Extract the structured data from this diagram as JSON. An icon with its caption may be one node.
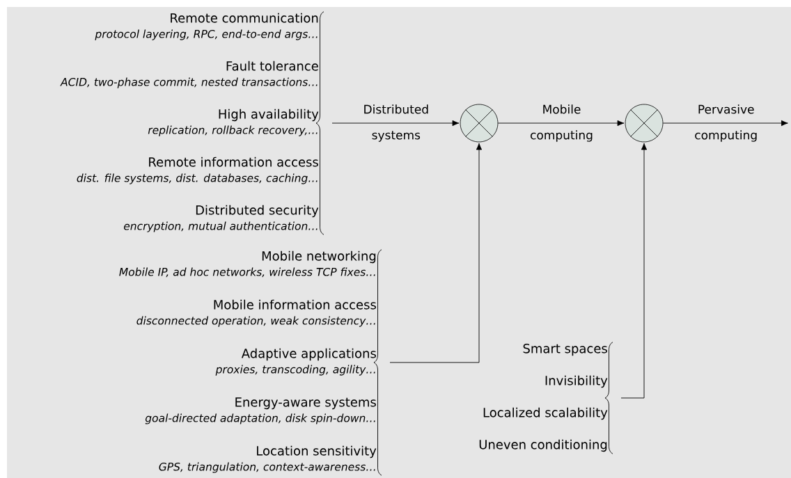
{
  "diagram": {
    "nodes": [
      {
        "text": [
          "Remote communication",
          "protocol layering, RPC, end-to-end args…",
          "Fault tolerance",
          "ACID, two-phase commit, nested transactions…",
          "High availability",
          "replication, rollback recovery,…",
          "Remote information access",
          "dist. file systems, dist. databases, caching…",
          "Distributed security",
          "encryption, mutual authentication…"
        ]
      },
      {
        "text": [],
        "shape": "circle"
      },
      {
        "text": [],
        "shape": "circle"
      },
      {
        "text": [
          "Mobile networking",
          "Mobile IP, ad hoc networks, wireless TCP fixes…",
          "Mobile information access",
          "disconnected operation, weak consistency…",
          "Adaptive applications",
          "proxies, transcoding, agility…",
          "Energy-aware systems",
          "goal-directed adaptation, disk spin-down…",
          "Location sensitivity",
          "GPS, triangulation, context-awareness…"
        ]
      },
      {
        "text": [
          "Smart spaces",
          "Invisibility",
          "Localized scalability",
          "Uneven conditioning"
        ]
      }
    ],
    "edges": [
      {
        "from": 0,
        "to": 1,
        "arrow": "to",
        "label": "Distributed systems"
      },
      {
        "from": 1,
        "to": 2,
        "arrow": "to",
        "label": "Mobile computing"
      },
      {
        "from": 2,
        "to": null,
        "arrow": "to",
        "label": "Pervasive computing"
      },
      {
        "from": 3,
        "to": 1,
        "arrow": "to"
      },
      {
        "from": 4,
        "to": 2,
        "arrow": "to"
      }
    ]
  }
}
